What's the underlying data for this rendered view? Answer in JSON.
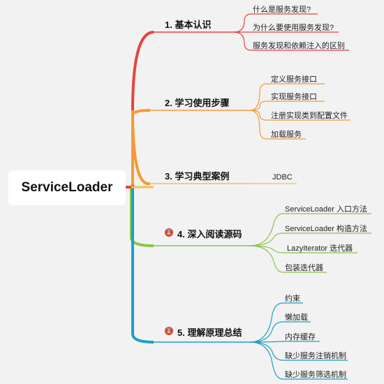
{
  "root": {
    "label": "ServiceLoader"
  },
  "branches": [
    {
      "label": "1. 基本认识",
      "color": "#e8433c",
      "icon": null,
      "leaves": [
        "什么是服务发现?",
        "为什么要使用服务发现?",
        "服务发现和依赖注入的区别"
      ]
    },
    {
      "label": "2. 学习使用步骤",
      "color": "#f59a35",
      "icon": null,
      "leaves": [
        "定义服务接口",
        "实现服务接口",
        "注册实现类到配置文件",
        "加载服务"
      ]
    },
    {
      "label": "3. 学习典型案例",
      "color": "#f7c04a",
      "icon": null,
      "leaves": [
        "JDBC"
      ]
    },
    {
      "label": "4. 深入阅读源码",
      "color": "#8bc34a",
      "icon": "hourglass-icon",
      "leaves": [
        "ServiceLoader 入口方法",
        "ServiceLoader 构造方法",
        "LazyIterator 迭代器",
        "包装迭代器"
      ]
    },
    {
      "label": "5. 理解原理总结",
      "color": "#1aa1c4",
      "icon": "hourglass-icon",
      "leaves": [
        "约束",
        "懒加载",
        "内存缓存",
        "缺少服务注销机制",
        "缺少服务筛选机制"
      ]
    }
  ]
}
